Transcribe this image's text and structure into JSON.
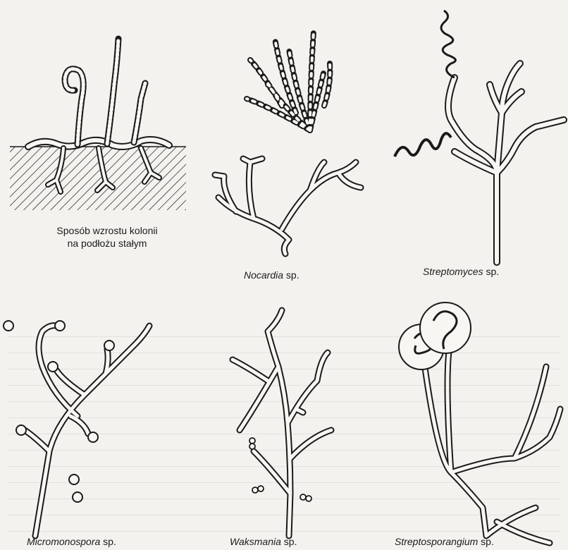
{
  "panels": {
    "colony_growth": {
      "caption_line1": "Sposób wzrostu kolonii",
      "caption_line2": "na podłożu stałym"
    },
    "nocardia": {
      "genus": "Nocardia",
      "suffix": " sp."
    },
    "streptomyces": {
      "genus": "Streptomyces",
      "suffix": " sp."
    },
    "micromonospora": {
      "genus": "Micromonospora",
      "suffix": " sp."
    },
    "waksmania": {
      "genus": "Waksmania",
      "suffix": " sp."
    },
    "streptosporangium": {
      "genus": "Streptosporangium",
      "suffix": " sp."
    }
  },
  "colors": {
    "ink": "#1a1a1a",
    "paper": "#f3f2ee",
    "hyphae_fill": "#f7f6f2"
  }
}
